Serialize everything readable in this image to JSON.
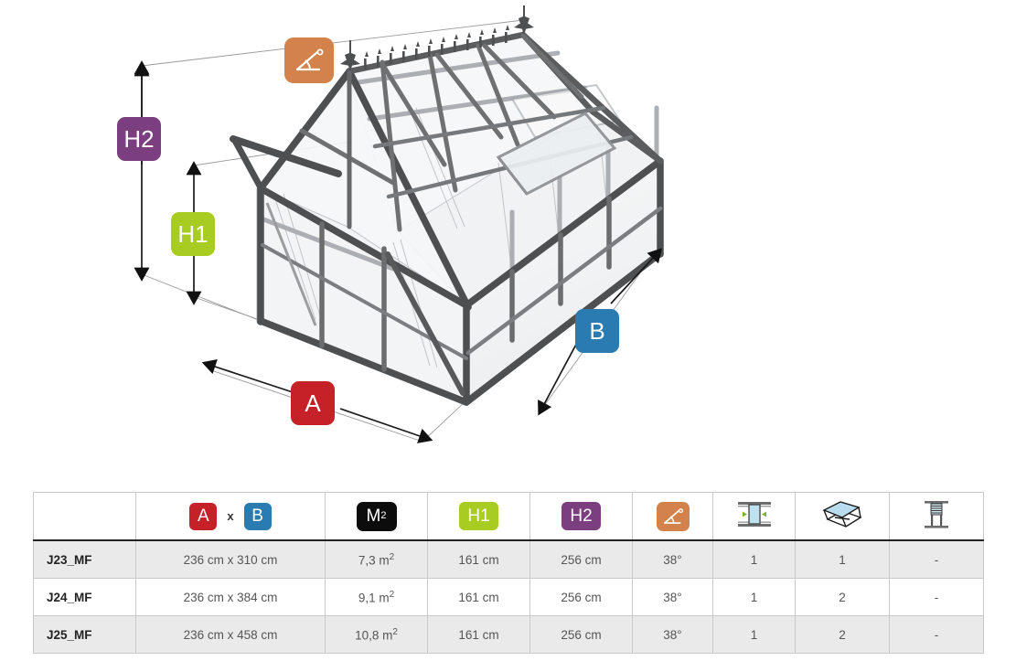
{
  "diagram": {
    "title": "Greenhouse dimension diagram",
    "labels": {
      "h2": "H2",
      "h1": "H1",
      "a": "A",
      "b": "B",
      "angle_icon": "roof-angle-icon"
    },
    "colors": {
      "a": "#c62128",
      "b": "#2a7cb0",
      "h1": "#a8cc22",
      "h2": "#7b3f7f",
      "angle": "#d2824a",
      "m2": "#0c0c0c",
      "frame_dark": "#4a4a4a",
      "frame_mid": "#8a8a8a",
      "glass": "#f2f3f4"
    }
  },
  "table": {
    "headers": {
      "model": "",
      "dimensions_a": "A",
      "dimensions_x": "x",
      "dimensions_b": "B",
      "area": "M",
      "area_sup": "2",
      "h1": "H1",
      "h2": "H2",
      "angle": "roof-angle-icon",
      "door": "sliding-door-icon",
      "roof_window": "roof-window-icon",
      "louvre": "louvre-vent-icon"
    },
    "rows": [
      {
        "model": "J23_MF",
        "dimensions": "236 cm x 310 cm",
        "area": "7,3 m",
        "area_sup": "2",
        "h1": "161 cm",
        "h2": "256 cm",
        "angle": "38°",
        "door": "1",
        "roof_window": "1",
        "louvre": "-"
      },
      {
        "model": "J24_MF",
        "dimensions": "236 cm x 384 cm",
        "area": "9,1 m",
        "area_sup": "2",
        "h1": "161 cm",
        "h2": "256 cm",
        "angle": "38°",
        "door": "1",
        "roof_window": "2",
        "louvre": "-"
      },
      {
        "model": "J25_MF",
        "dimensions": "236 cm x 458 cm",
        "area": "10,8 m",
        "area_sup": "2",
        "h1": "161 cm",
        "h2": "256 cm",
        "angle": "38°",
        "door": "1",
        "roof_window": "2",
        "louvre": "-"
      }
    ]
  }
}
